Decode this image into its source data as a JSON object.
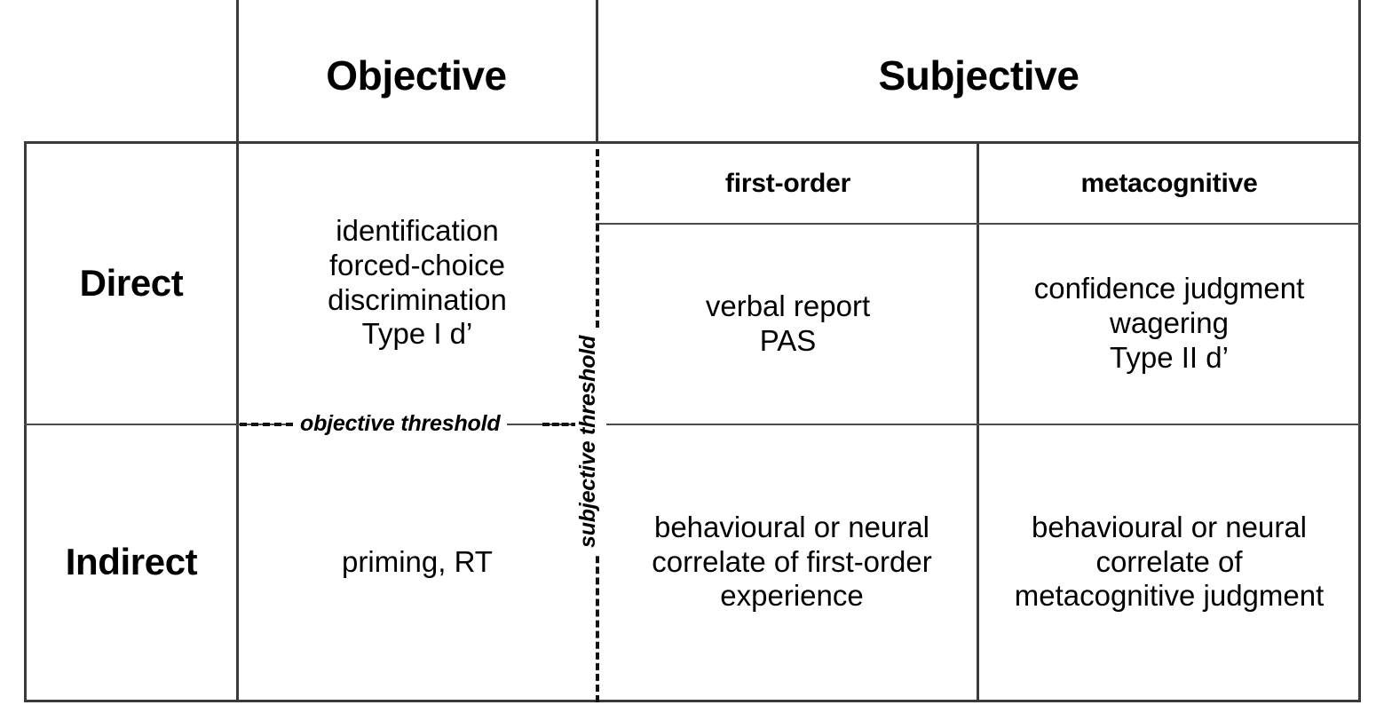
{
  "figure": {
    "type": "2x2-classification-table",
    "description": "Taxonomy of consciousness measures crossing Direct/Indirect with Objective/Subjective (first-order / metacognitive)"
  },
  "columns": {
    "row_label_header": "",
    "objective": "Objective",
    "subjective": "Subjective",
    "subjective_sub": {
      "first_order": "first-order",
      "metacognitive": "metacognitive"
    }
  },
  "rows": [
    {
      "label": "Direct",
      "objective": [
        "identification",
        "forced-choice",
        "discrimination",
        "Type I d’"
      ],
      "first_order": [
        "verbal report",
        "PAS"
      ],
      "metacognitive": [
        "confidence judgment",
        "wagering",
        "Type II d’"
      ]
    },
    {
      "label": "Indirect",
      "objective": [
        "priming, RT"
      ],
      "first_order": [
        "behavioural or neural",
        "correlate of first-order",
        "experience"
      ],
      "metacognitive": [
        "behavioural or neural",
        "correlate of",
        "metacognitive judgment"
      ]
    }
  ],
  "thresholds": {
    "objective": "objective threshold",
    "subjective": "subjective threshold"
  },
  "colors": {
    "rule": "#3a3a3a",
    "dash": "#111111",
    "text": "#000000",
    "background": "#ffffff"
  }
}
